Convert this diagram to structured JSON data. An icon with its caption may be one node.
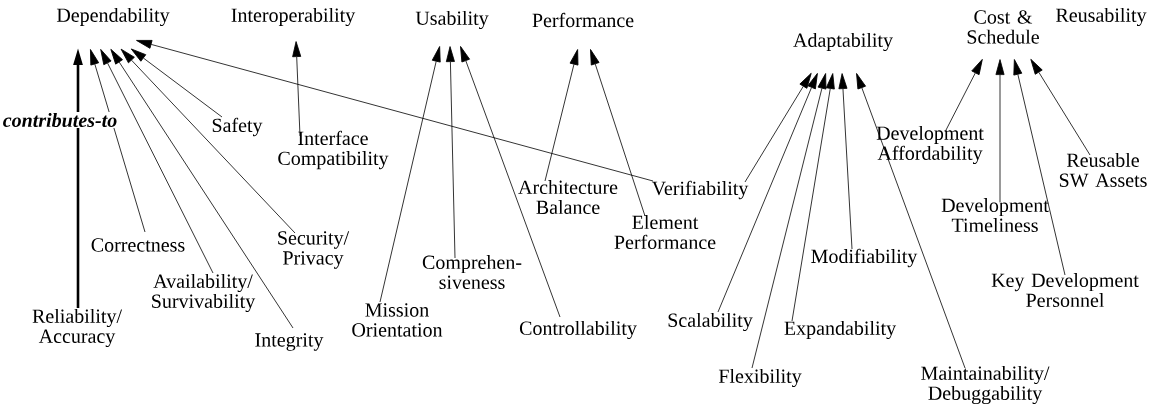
{
  "diagram": {
    "nodes": [
      {
        "text": [
          "Dependability"
        ]
      },
      {
        "text": [
          "Interoperability"
        ]
      },
      {
        "text": [
          "Usability"
        ]
      },
      {
        "text": [
          "Performance"
        ]
      },
      {
        "text": [
          "Adaptability"
        ]
      },
      {
        "text": [
          "Cost & Schedule"
        ]
      },
      {
        "text": [
          "Reusability"
        ]
      },
      {
        "text": [
          "Safety"
        ]
      },
      {
        "text": [
          "Interface Compatibility"
        ]
      },
      {
        "text": [
          "Correctness"
        ]
      },
      {
        "text": [
          "Reliability/ Accuracy"
        ]
      },
      {
        "text": [
          "Availability/ Survivability"
        ]
      },
      {
        "text": [
          "Integrity"
        ]
      },
      {
        "text": [
          "Security/ Privacy"
        ]
      },
      {
        "text": [
          "Mission Orientation"
        ]
      },
      {
        "text": [
          "Comprehen- siveness"
        ]
      },
      {
        "text": [
          "Controllability"
        ]
      },
      {
        "text": [
          "Architecture Balance"
        ]
      },
      {
        "text": [
          "Element Performance"
        ]
      },
      {
        "text": [
          "Verifiability"
        ]
      },
      {
        "text": [
          "Scalability"
        ]
      },
      {
        "text": [
          "Flexibility"
        ]
      },
      {
        "text": [
          "Modifiability"
        ]
      },
      {
        "text": [
          "Expandability"
        ]
      },
      {
        "text": [
          "Maintainability/ Debuggability"
        ]
      },
      {
        "text": [
          "Development Affordability"
        ]
      },
      {
        "text": [
          "Development Timeliness"
        ]
      },
      {
        "text": [
          "Key Development Personnel"
        ]
      },
      {
        "text": [
          "Reusable SW Assets"
        ]
      }
    ],
    "edges": [
      {
        "from": 10,
        "to": 0,
        "arrow": "to",
        "style": "thick",
        "label": "contributes-to"
      },
      {
        "from": 9,
        "to": 0,
        "arrow": "to"
      },
      {
        "from": 11,
        "to": 0,
        "arrow": "to"
      },
      {
        "from": 12,
        "to": 0,
        "arrow": "to"
      },
      {
        "from": 13,
        "to": 0,
        "arrow": "to"
      },
      {
        "from": 7,
        "to": 0,
        "arrow": "to"
      },
      {
        "from": 19,
        "to": 0,
        "arrow": "to"
      },
      {
        "from": 8,
        "to": 1,
        "arrow": "to"
      },
      {
        "from": 14,
        "to": 2,
        "arrow": "to"
      },
      {
        "from": 15,
        "to": 2,
        "arrow": "to"
      },
      {
        "from": 16,
        "to": 2,
        "arrow": "to"
      },
      {
        "from": 17,
        "to": 3,
        "arrow": "to"
      },
      {
        "from": 18,
        "to": 3,
        "arrow": "to"
      },
      {
        "from": 19,
        "to": 4,
        "arrow": "to"
      },
      {
        "from": 20,
        "to": 4,
        "arrow": "to"
      },
      {
        "from": 21,
        "to": 4,
        "arrow": "to"
      },
      {
        "from": 22,
        "to": 4,
        "arrow": "to"
      },
      {
        "from": 23,
        "to": 4,
        "arrow": "to"
      },
      {
        "from": 24,
        "to": 4,
        "arrow": "to"
      },
      {
        "from": 25,
        "to": 5,
        "arrow": "to"
      },
      {
        "from": 26,
        "to": 5,
        "arrow": "to"
      },
      {
        "from": 27,
        "to": 5,
        "arrow": "to"
      },
      {
        "from": 28,
        "to": 5,
        "arrow": "to"
      }
    ]
  }
}
